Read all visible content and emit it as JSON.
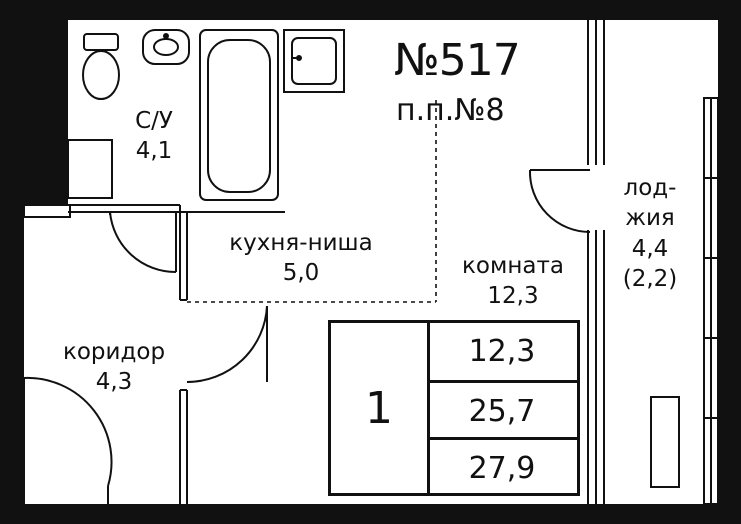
{
  "apartment": {
    "number": "№517",
    "floor_plan": "п.п.№8"
  },
  "rooms": {
    "bathroom": {
      "name": "С/У",
      "area": "4,1"
    },
    "kitchen": {
      "name": "кухня-ниша",
      "area": "5,0"
    },
    "living": {
      "name": "комната",
      "area": "12,3"
    },
    "corridor": {
      "name": "коридор",
      "area": "4,3"
    },
    "loggia": {
      "name_1": "лод-",
      "name_2": "жия",
      "area": "4,4",
      "area_reduced": "(2,2)"
    }
  },
  "summary": {
    "room_count": "1",
    "living_area": "12,3",
    "total_area": "25,7",
    "total_with_loggia": "27,9"
  }
}
